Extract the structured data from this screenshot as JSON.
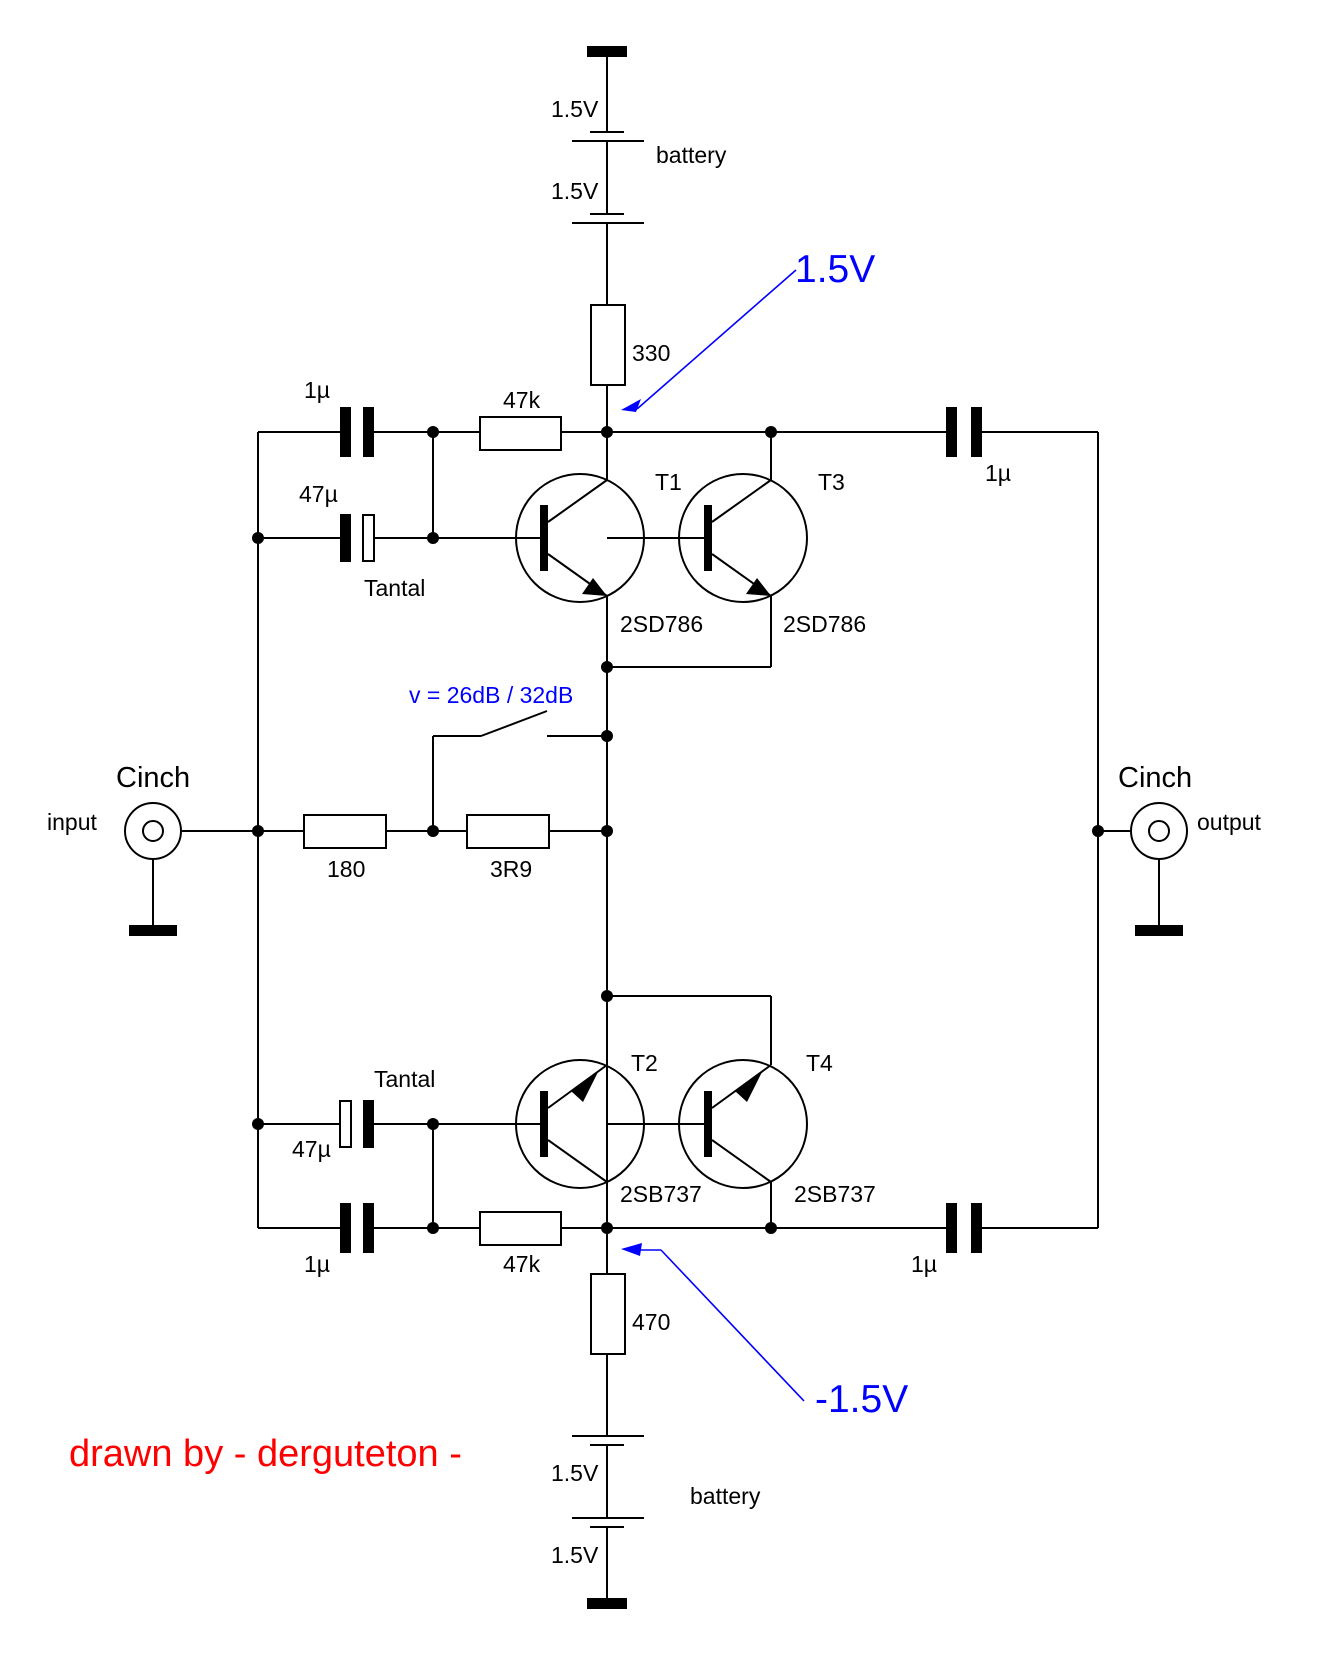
{
  "labels": {
    "battery_top": "battery",
    "battery_bottom": "battery",
    "cell_top_1": "1.5V",
    "cell_top_2": "1.5V",
    "cell_bottom_1": "1.5V",
    "cell_bottom_2": "1.5V",
    "rail_positive": "1.5V",
    "rail_negative": "-1.5V",
    "r_top": "330",
    "r_bottom": "470",
    "r_feedback_top": "47k",
    "r_feedback_bottom": "47k",
    "r_input": "180",
    "r_gain": "3R9",
    "c_top_left": "1µ",
    "c_top_right": "1µ",
    "c_bottom_left": "1µ",
    "c_bottom_right": "1µ",
    "c_tantal_top": "47µ",
    "c_tantal_bottom": "47µ",
    "tantal_top": "Tantal",
    "tantal_bottom": "Tantal",
    "t1": "T1",
    "t2": "T2",
    "t3": "T3",
    "t4": "T4",
    "t1_type": "2SD786",
    "t3_type": "2SD786",
    "t2_type": "2SB737",
    "t4_type": "2SB737",
    "gain_switch": "v = 26dB / 32dB",
    "cinch_input": "Cinch",
    "cinch_output": "Cinch",
    "input": "input",
    "output": "output",
    "credit": "drawn by - derguteton -"
  },
  "colors": {
    "wire": "#000000",
    "annotation": "#0000ff",
    "credit": "#ff0000",
    "background": "#ffffff"
  }
}
